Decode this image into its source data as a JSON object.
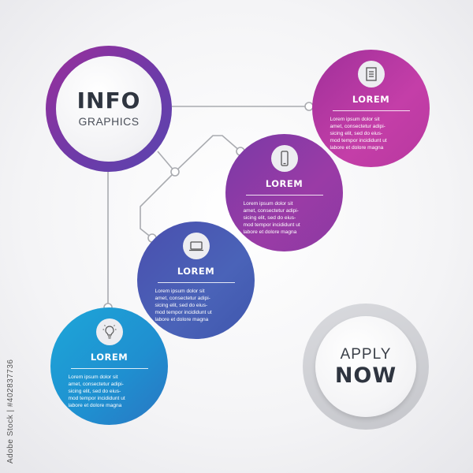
{
  "header": {
    "title": "INFO",
    "subtitle": "GRAPHICS"
  },
  "steps": [
    {
      "title": "LOREM",
      "icon": "document-icon",
      "text": "Lorem ipsum dolor sit\namet, consectetur adipi-\nsicing elit, sed do eius-\nmod tempor incididunt ut\nlabore et dolore magna"
    },
    {
      "title": "LOREM",
      "icon": "mobile-phone-icon",
      "text": "Lorem ipsum dolor sit\namet, consectetur adipi-\nsicing elit, sed do eius-\nmod tempor incididunt ut\nlabore et dolore magna"
    },
    {
      "title": "LOREM",
      "icon": "laptop-icon",
      "text": "Lorem ipsum dolor sit\namet, consectetur adipi-\nsicing elit, sed do eius-\nmod tempor incididunt ut\nlabore et dolore magna"
    },
    {
      "title": "LOREM",
      "icon": "lightbulb-icon",
      "text": "Lorem ipsum dolor sit\namet, consectetur adipi-\nsicing elit, sed do eius-\nmod tempor incididunt ut\nlabore et dolore magna"
    }
  ],
  "cta": {
    "top": "APPLY",
    "bottom": "NOW"
  },
  "watermark": "Adobe Stock | #402837736",
  "colors": {
    "magenta": "#b8389f",
    "purple": "#8c3aa3",
    "indigo": "#3f56ad",
    "cyan": "#1f8fd0",
    "connector": "#a9abb0"
  }
}
